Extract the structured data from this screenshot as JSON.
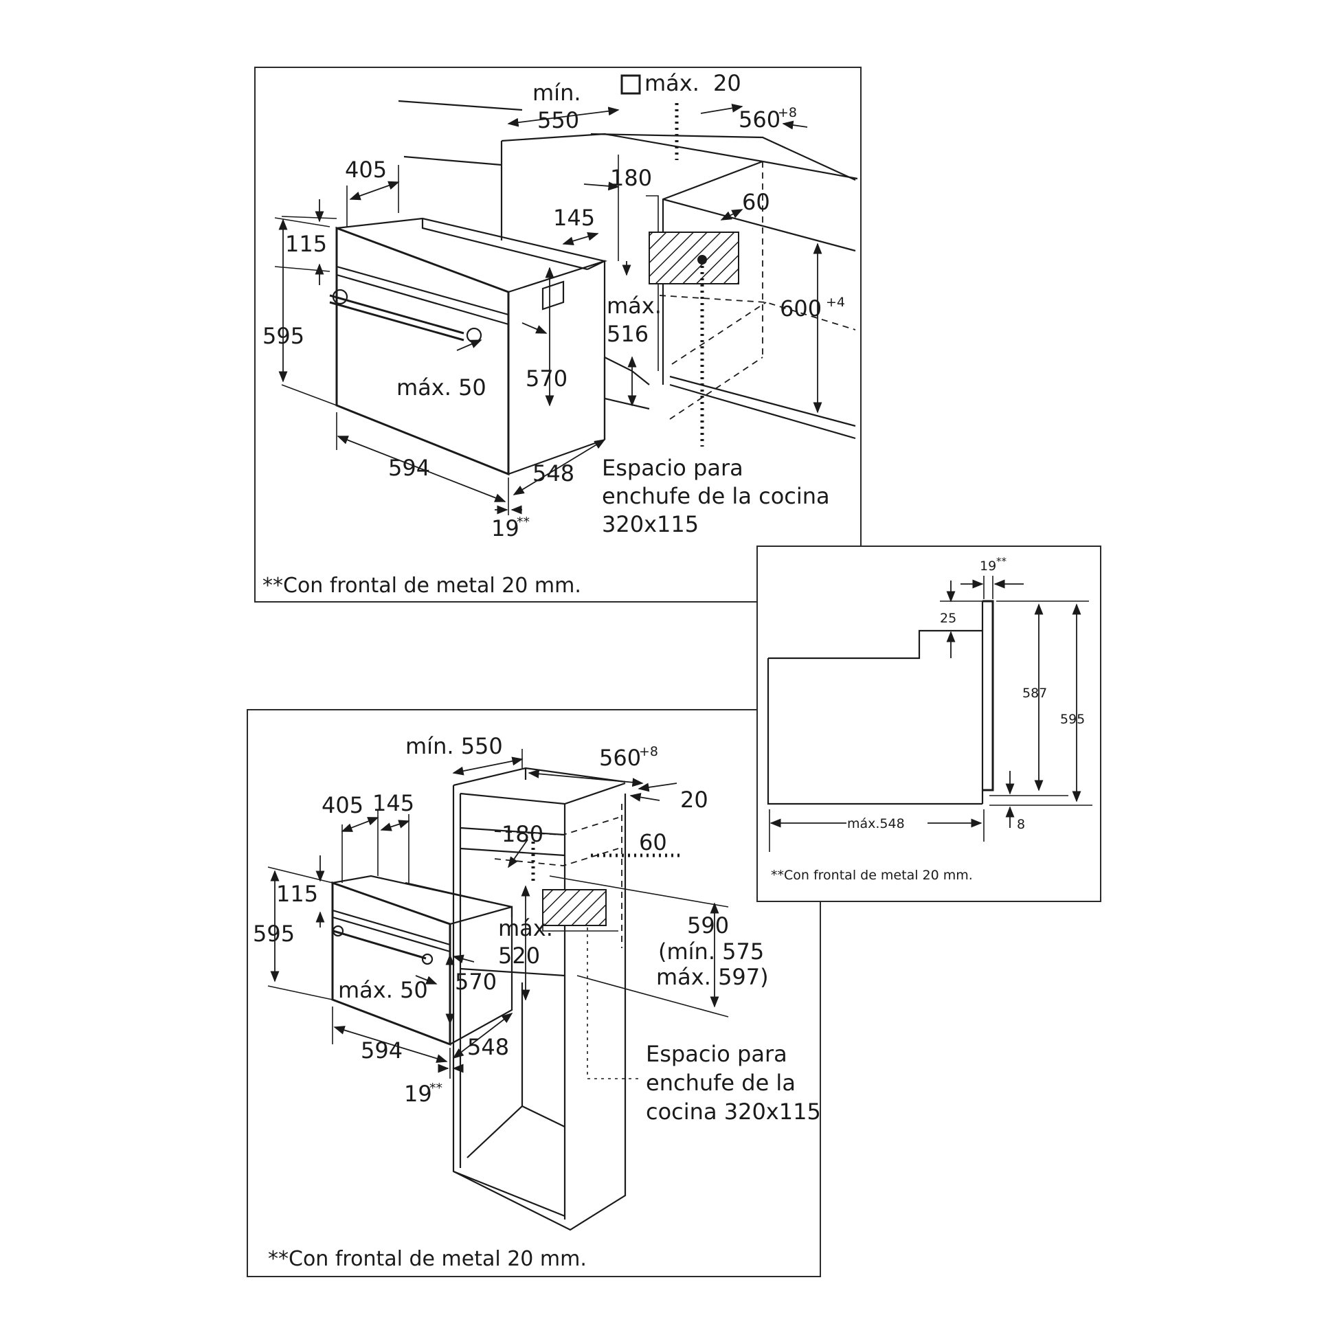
{
  "panel_top": {
    "dims": {
      "min_label": "mín.",
      "d550": "550",
      "max20_label": "máx.",
      "d20": "20",
      "d560": "560",
      "d560_sup": "+8",
      "d405": "405",
      "d180": "180",
      "d145": "145",
      "d60": "60",
      "d115": "115",
      "d595": "595",
      "d600": "600",
      "d600_sup": "+4",
      "max516_label": "máx.",
      "d516": "516",
      "max50": "máx. 50",
      "d570": "570",
      "d594": "594",
      "d548": "548",
      "d19": "19",
      "d19_sup": "**"
    },
    "socket_lines": [
      "Espacio para",
      "enchufe de la cocina",
      "320x115"
    ],
    "footnote": "**Con frontal de metal 20 mm."
  },
  "panel_side": {
    "dims": {
      "d19": "19",
      "d19_sup": "**",
      "d25": "25",
      "d587": "587",
      "d595": "595",
      "max548": "máx.548",
      "d8": "8"
    },
    "footnote": "**Con frontal de metal 20 mm."
  },
  "panel_bottom": {
    "dims": {
      "min550": "mín. 550",
      "d560": "560",
      "d560_sup": "+8",
      "d20": "20",
      "d405": "405",
      "d145": "145",
      "d180": "180",
      "d60": "60",
      "d115": "115",
      "d595": "595",
      "max520_label": "máx.",
      "d520": "520",
      "d590": "590",
      "d590_min": "(mín. 575",
      "d590_max": "máx. 597)",
      "max50": "máx. 50",
      "d570": "570",
      "d594": "594",
      "d548": "548",
      "d19": "19",
      "d19_sup": "**"
    },
    "socket_lines": [
      "Espacio para",
      "enchufe de la",
      "cocina 320x115"
    ],
    "footnote": "**Con frontal de metal 20 mm."
  }
}
